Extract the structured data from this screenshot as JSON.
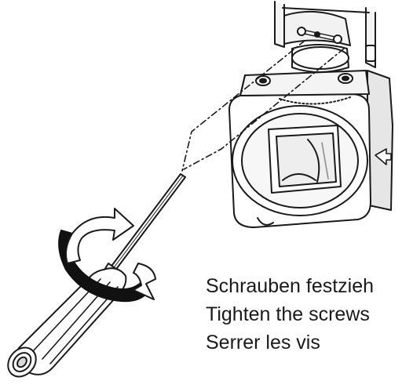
{
  "captions": {
    "de": "Schrauben festzieh",
    "en": "Tighten the screws",
    "fr": "Serrer les vis"
  },
  "colors": {
    "line": "#1a1a1a",
    "fill": "#ffffff",
    "shade": "#d9d9d9",
    "dark": "#111111"
  },
  "icons": {
    "rotation": "clockwise-rotation-arrow-icon",
    "tool": "screwdriver-icon",
    "part": "filter-cube-housing"
  }
}
